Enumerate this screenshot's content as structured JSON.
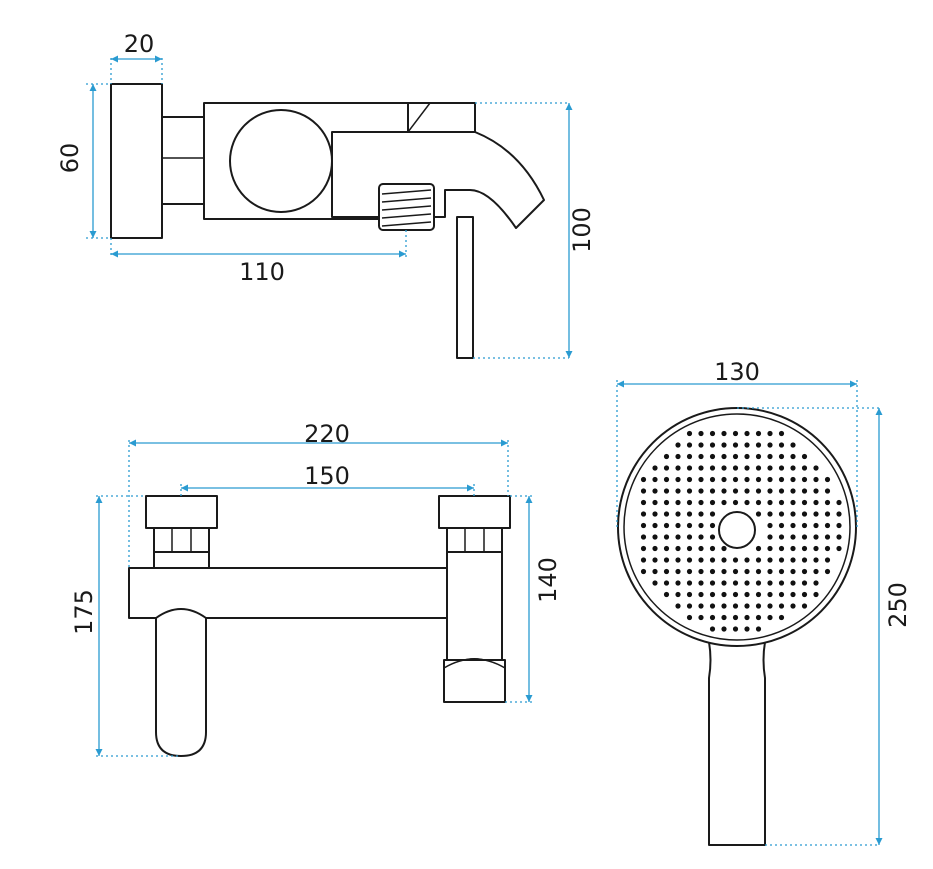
{
  "dimensions": {
    "side_view": {
      "depth_plate": "20",
      "plate_height": "60",
      "body_depth": "110",
      "overall_height": "100"
    },
    "front_view": {
      "overall_width": "220",
      "center_distance": "150",
      "height_total": "175",
      "height_right": "140"
    },
    "shower_head": {
      "head_width": "130",
      "overall_length": "250"
    }
  },
  "colors": {
    "outline": "#1a1a1a",
    "dimension": "#2a9bd1",
    "background": "#ffffff"
  }
}
